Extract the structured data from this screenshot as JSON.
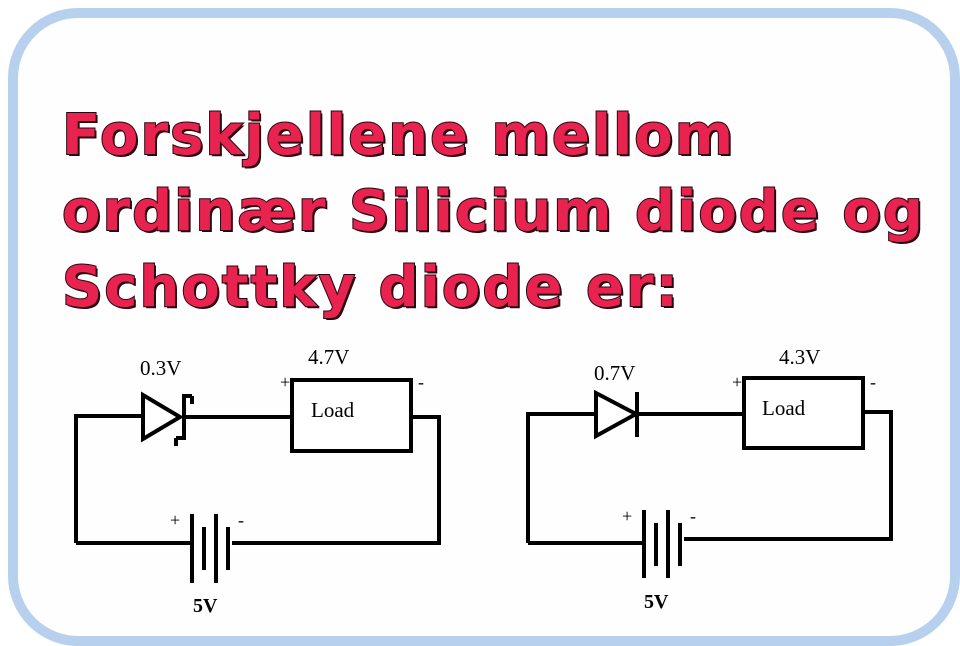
{
  "title": {
    "line1": "Forskjellene mellom",
    "line2": "ordinær Silicium diode og",
    "line3": "Schottky diode er:"
  },
  "left_circuit": {
    "diode_voltage": "0.3V",
    "load_voltage": "4.7V",
    "load_label": "Load",
    "load_plus": "+",
    "load_minus": "-",
    "battery_plus": "+",
    "battery_minus": "-",
    "battery_voltage": "5V"
  },
  "right_circuit": {
    "diode_voltage": "0.7V",
    "load_voltage": "4.3V",
    "load_label": "Load",
    "load_plus": "+",
    "load_minus": "-",
    "battery_plus": "+",
    "battery_minus": "-",
    "battery_voltage": "5V"
  },
  "colors": {
    "frame": "#b7d0ee",
    "title_fill": "#e8234f",
    "title_outline": "#2a0610"
  }
}
